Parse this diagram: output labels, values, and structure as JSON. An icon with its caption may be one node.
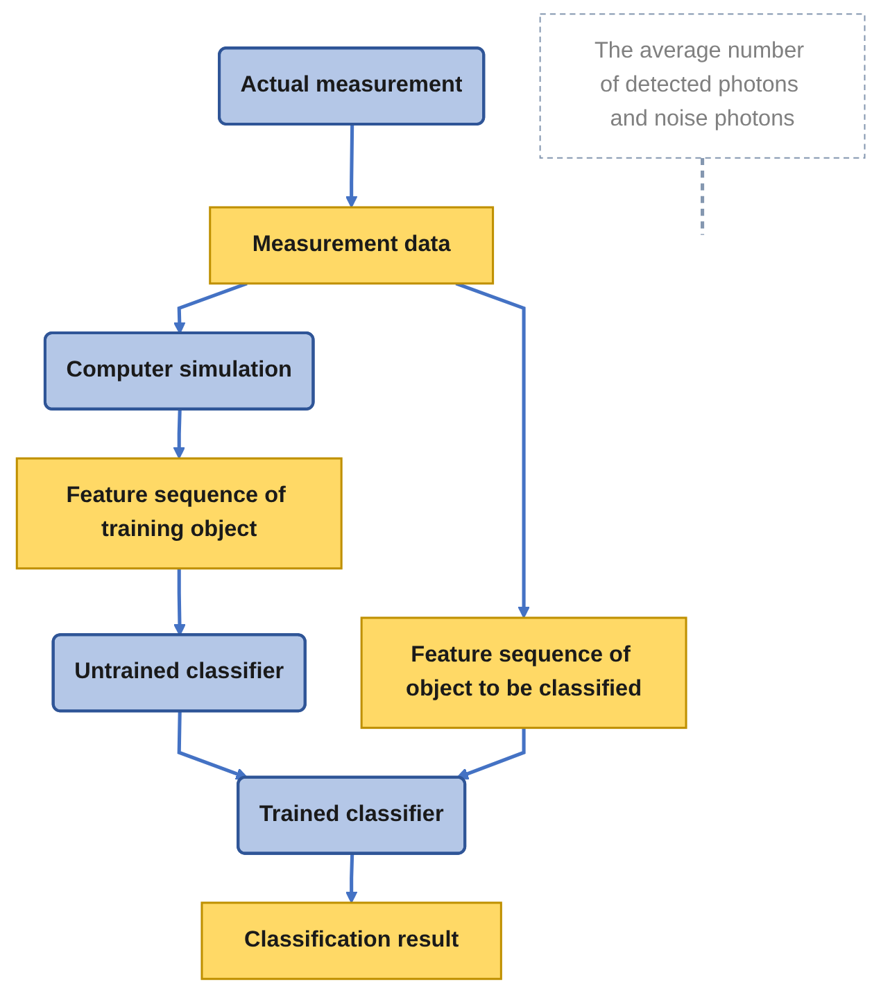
{
  "diagram": {
    "nodes": [
      {
        "text": [
          "Actual measurement"
        ]
      },
      {
        "text": [
          "Measurement data"
        ]
      },
      {
        "text": [
          "The average number of detected photons and noise photons"
        ]
      },
      {
        "text": [
          "Computer simulation"
        ]
      },
      {
        "text": [
          "Feature sequence of training object"
        ]
      },
      {
        "text": [
          "Feature sequence of object to be classified"
        ]
      },
      {
        "text": [
          "Untrained classifier"
        ]
      },
      {
        "text": [
          "Trained classifier"
        ]
      },
      {
        "text": [
          "Classification result"
        ]
      }
    ],
    "edges": [
      {
        "from": 0,
        "to": 1,
        "arrow": "to"
      },
      {
        "from": 1,
        "to": 3,
        "arrow": "to"
      },
      {
        "from": 1,
        "to": 5,
        "arrow": "to"
      },
      {
        "from": 2,
        "to": null,
        "arrow": "none",
        "style": "dashed",
        "color": "#8497b0"
      },
      {
        "from": 3,
        "to": 4,
        "arrow": "to"
      },
      {
        "from": 4,
        "to": 6,
        "arrow": "to"
      },
      {
        "from": 6,
        "to": 7,
        "arrow": "to"
      },
      {
        "from": 5,
        "to": 7,
        "arrow": "to"
      },
      {
        "from": 7,
        "to": 8,
        "arrow": "to"
      }
    ]
  }
}
